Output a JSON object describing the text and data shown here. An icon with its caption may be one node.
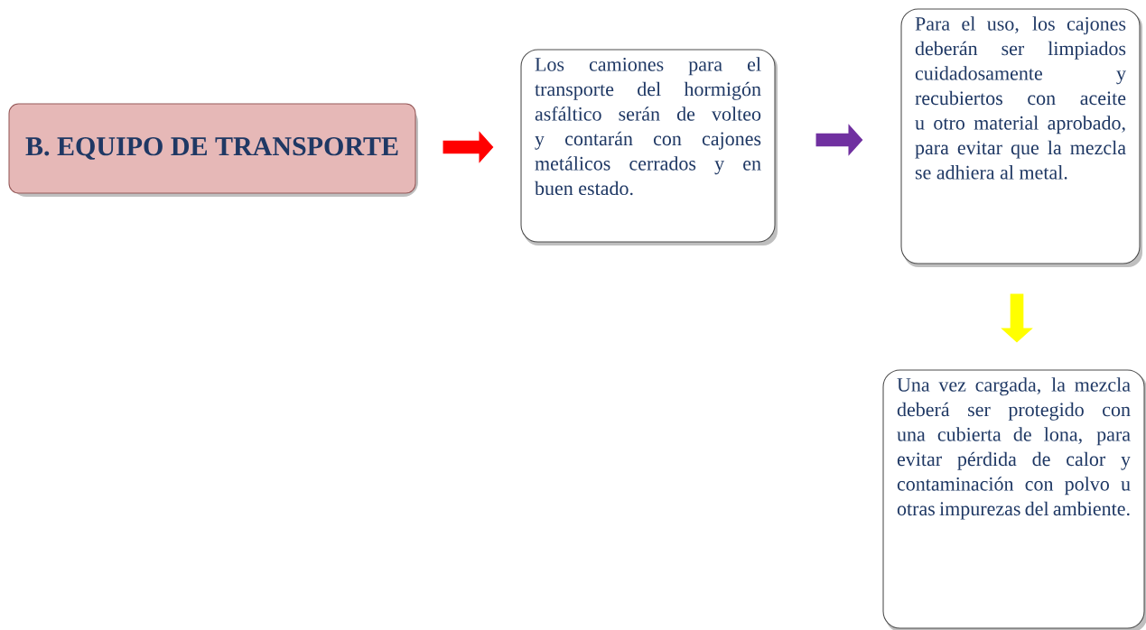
{
  "diagram": {
    "nodes": [
      {
        "text": [
          "B. EQUIPO DE TRANSPORTE"
        ]
      },
      {
        "text": [
          "Los camiones para el transporte del hormigón asfáltico serán de volteo y contarán con cajones metálicos cerrados y en buen estado."
        ]
      },
      {
        "text": [
          "Para el uso, los cajones deberán ser limpiados cuidadosamente y recubiertos con aceite u otro material aprobado, para evitar que la mezcla se adhiera al metal."
        ]
      },
      {
        "text": [
          "Una vez cargada, la mezcla deberá ser protegido con una cubierta de lona, para evitar pérdida de calor y contaminación con polvo u otras impurezas del ambiente."
        ]
      }
    ],
    "edges": [
      {
        "from": 0,
        "to": 1,
        "arrow": "to",
        "color": "#ff0000"
      },
      {
        "from": 1,
        "to": 2,
        "arrow": "to",
        "color": "#7030a0"
      },
      {
        "from": 2,
        "to": 3,
        "arrow": "to",
        "color": "#ffff00"
      }
    ]
  }
}
